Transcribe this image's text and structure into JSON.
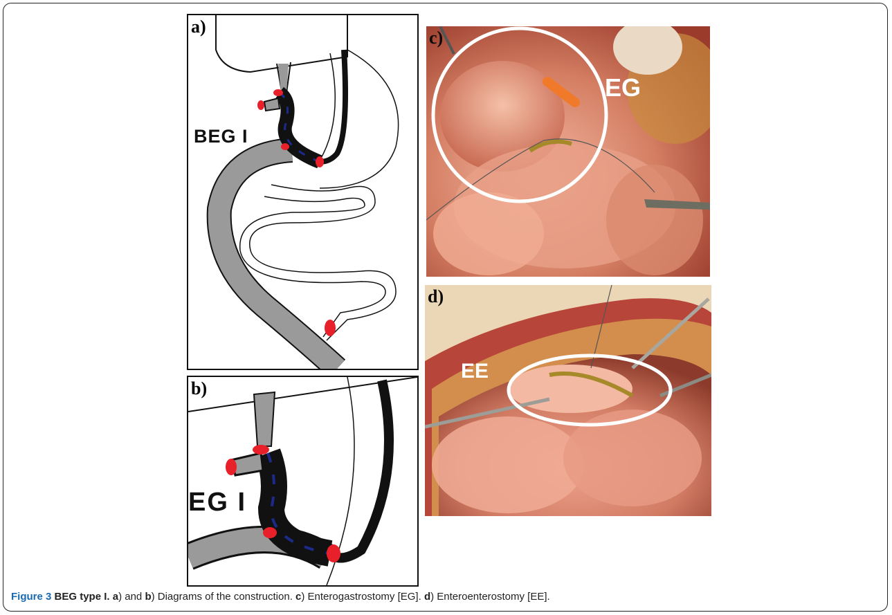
{
  "panels": {
    "a": {
      "label": "a)",
      "annotation": "BEG I"
    },
    "b": {
      "label": "b)",
      "annotation": "EG I"
    },
    "c": {
      "label": "c)",
      "annotation": "EG"
    },
    "d": {
      "label": "d)",
      "annotation": "EE"
    }
  },
  "caption": {
    "figure": "Figure 3",
    "title": "BEG type I.",
    "a_letter": "a",
    "text1": ") and ",
    "b_letter": "b",
    "text2": ") Diagrams of the construction. ",
    "c_letter": "c",
    "text3": ") Enterogastrostomy [EG]. ",
    "d_letter": "d",
    "text4": ") Enteroenterostomy [EE]."
  },
  "colors": {
    "tube_gray": "#9a9a9a",
    "anastomosis_red": "#e8202a",
    "suture_blue": "#1c2a8c",
    "tissue_pink": "#e6967e",
    "frame_border": "#222222",
    "caption_blue": "#1a6ab3"
  }
}
